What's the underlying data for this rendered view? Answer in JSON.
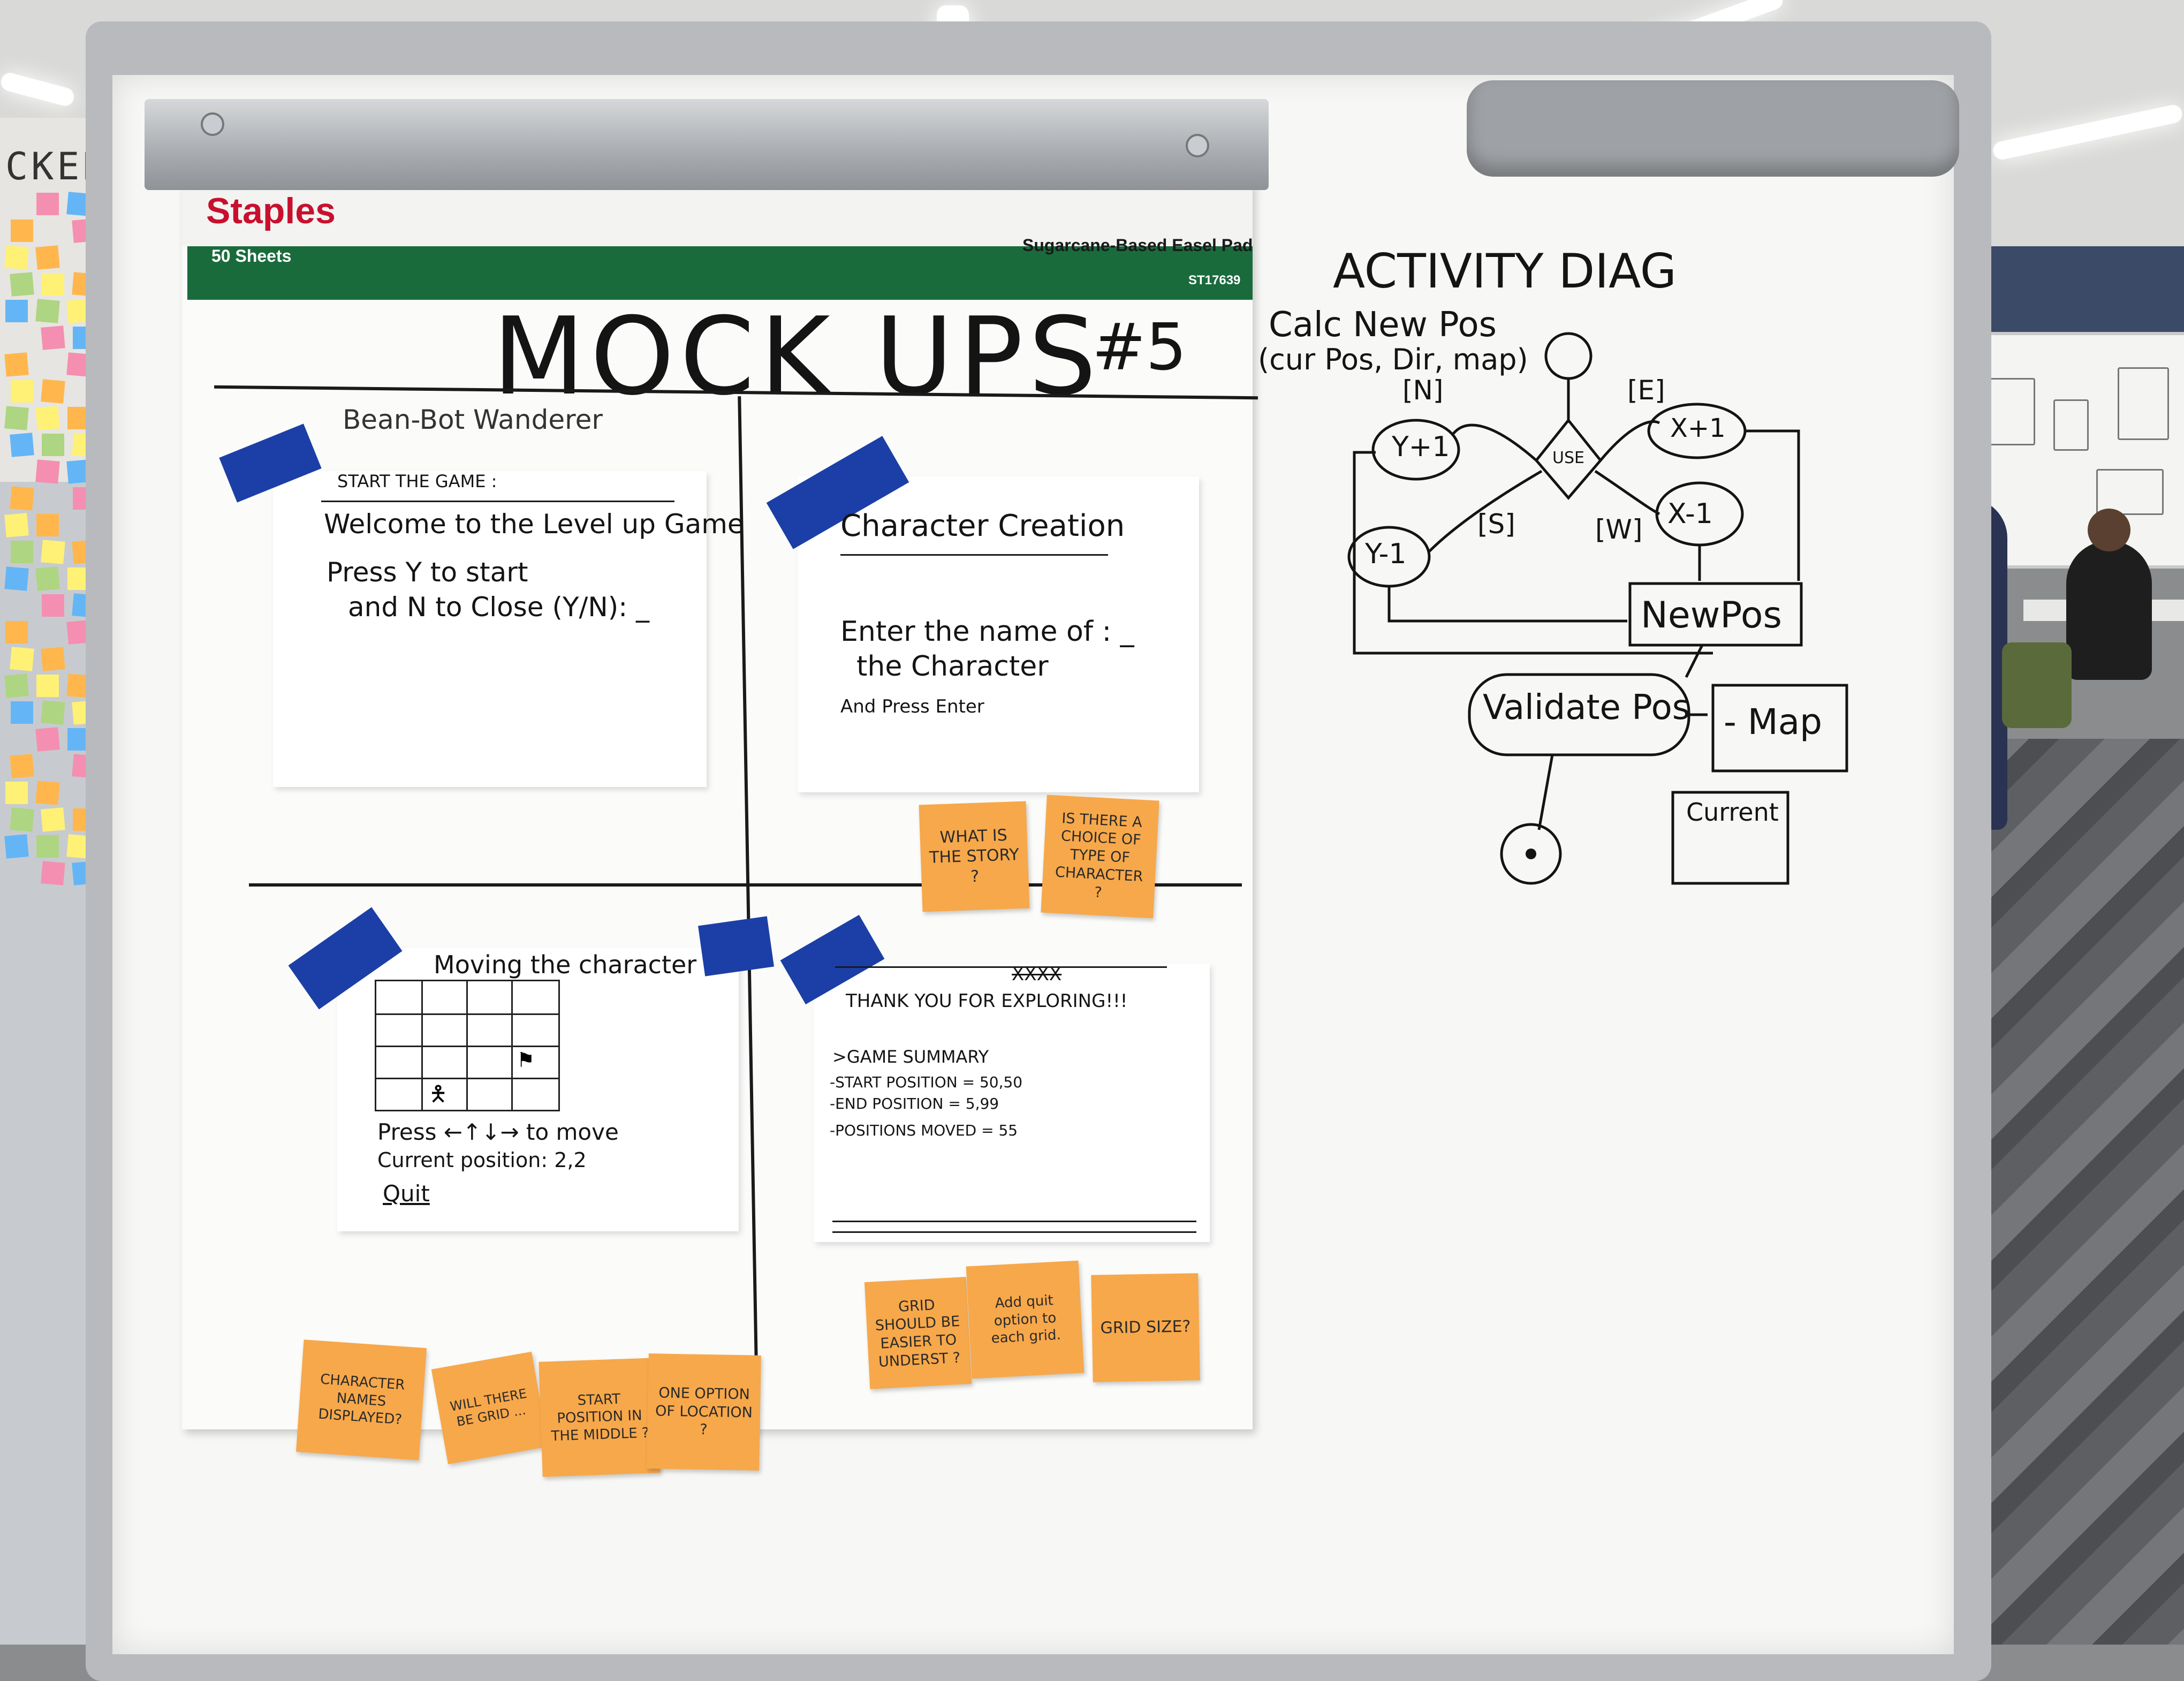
{
  "pad": {
    "brand": "Staples",
    "sheets": "50 Sheets",
    "description": "Sugarcane-Based Easel Pad",
    "sku": "ST17639"
  },
  "board": {
    "title": "MOCK UPS",
    "number": "#5"
  },
  "mockups": {
    "game_name": "Bean-Bot Wanderer",
    "start": {
      "heading": "START THE GAME :",
      "welcome": "Welcome to the Level up Game",
      "prompt_1": "Press Y to start",
      "prompt_2": "and N to Close (Y/N): _"
    },
    "character": {
      "heading": "Character Creation",
      "prompt_1": "Enter the name of : _",
      "prompt_2": "the Character",
      "prompt_3": "And Press Enter"
    },
    "moving": {
      "heading": "Moving the character",
      "press": "Press ←↑↓→ to move",
      "position": "Current position: 2,2",
      "quit": "Quit"
    },
    "summary": {
      "strike": "XXXX",
      "thanks": "THANK YOU FOR EXPLORING!!!",
      "heading": ">GAME SUMMARY",
      "start_pos": "-START POSITION = 50,50",
      "end_pos": "-END POSITION = 5,99",
      "moved": "-POSITIONS MOVED = 55"
    }
  },
  "stickies": [
    {
      "text": "WHAT IS THE STORY ?"
    },
    {
      "text": "IS THERE A CHOICE OF TYPE OF CHARACTER ?"
    },
    {
      "text": "GRID SHOULD BE EASIER TO UNDERST ?"
    },
    {
      "text": "Add quit option to each grid."
    },
    {
      "text": "GRID SIZE?"
    },
    {
      "text": "CHARACTER NAMES DISPLAYED?"
    },
    {
      "text": "WILL THERE BE GRID ..."
    },
    {
      "text": "START POSITION IN THE MIDDLE ?"
    },
    {
      "text": "ONE OPTION OF LOCATION ?"
    }
  ],
  "diagram": {
    "title": "ACTIVITY DIAG",
    "function_1": "Calc New Pos",
    "function_2": "(cur Pos, Dir, map)",
    "decision": "USE",
    "north": "[N]",
    "east": "[E]",
    "south": "[S]",
    "west": "[W]",
    "y_plus": "Y+1",
    "y_minus": "Y-1",
    "x_plus": "X+1",
    "x_minus": "X-1",
    "new_pos": "NewPos",
    "validate": "Validate Pos",
    "map": "- Map",
    "current": "Current"
  },
  "background": {
    "wall_title": "CKERS"
  }
}
